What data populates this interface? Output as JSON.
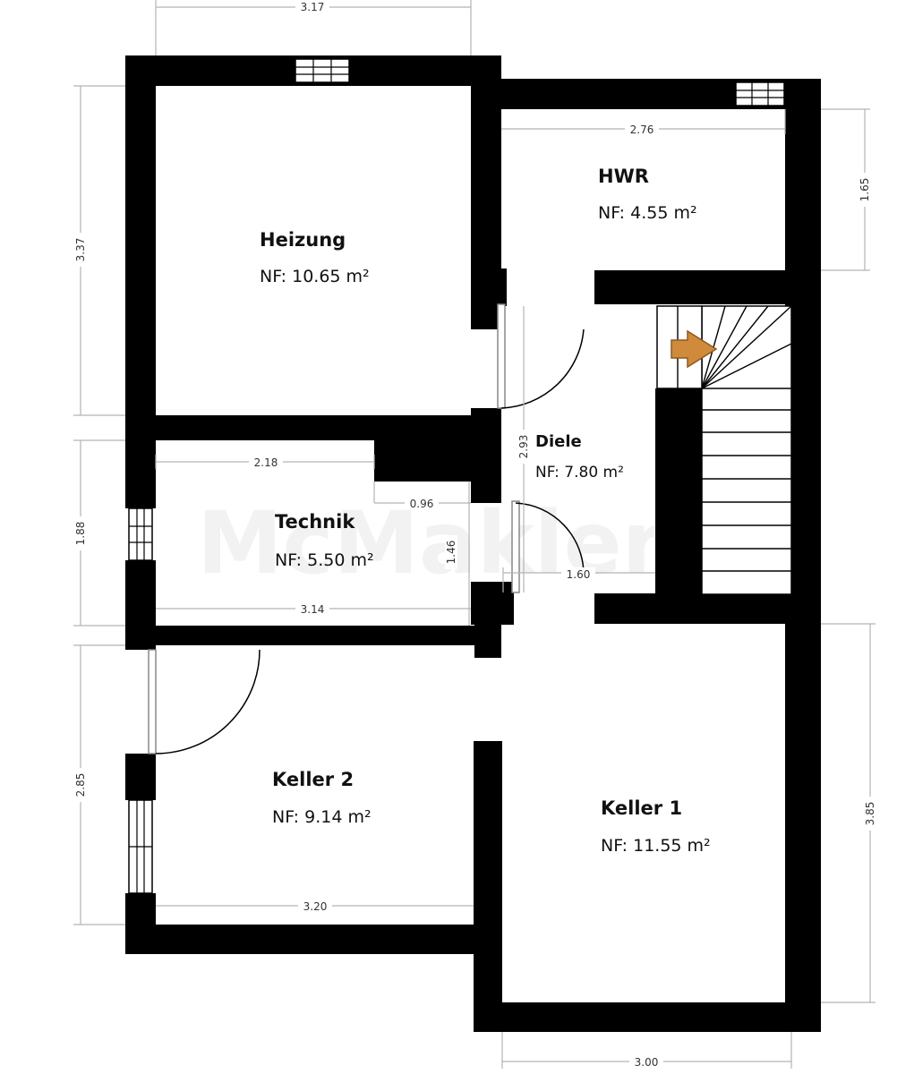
{
  "watermark": "McMakler",
  "rooms": {
    "heizung": {
      "name": "Heizung",
      "area": "NF: 10.65 m²"
    },
    "hwr": {
      "name": "HWR",
      "area": "NF: 4.55 m²"
    },
    "diele": {
      "name": "Diele",
      "area": "NF: 7.80 m²"
    },
    "technik": {
      "name": "Technik",
      "area": "NF: 5.50 m²"
    },
    "keller2": {
      "name": "Keller 2",
      "area": "NF: 9.14 m²"
    },
    "keller1": {
      "name": "Keller 1",
      "area": "NF: 11.55 m²"
    }
  },
  "dimensions": {
    "top_heizung_width": "3.17",
    "hwr_width": "2.76",
    "hwr_height": "1.65",
    "heizung_height": "3.37",
    "diele_height": "2.93",
    "technik_width_top": "2.18",
    "technik_recess": "0.96",
    "technik_height": "1.88",
    "technik_step_height": "1.46",
    "technik_width_bottom": "3.14",
    "diele_width": "1.60",
    "keller2_height": "2.85",
    "keller2_width": "3.20",
    "keller1_height": "3.85",
    "keller1_width": "3.00"
  },
  "colors": {
    "wall": "#000000",
    "stair_arrow": "#d08a3c",
    "stair_arrow_stroke": "#8a5a20"
  }
}
